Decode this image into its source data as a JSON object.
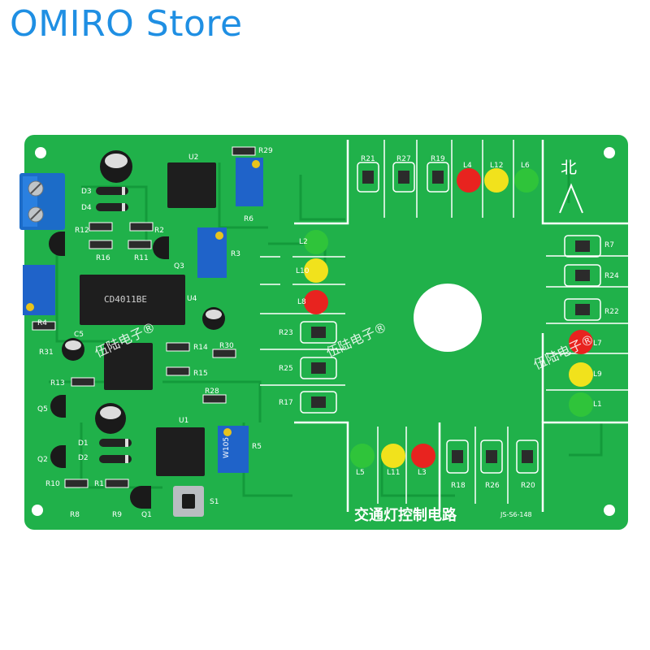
{
  "store": {
    "title": "OMIRO Store"
  },
  "board": {
    "colors": {
      "pcb": "#20b14a",
      "pcb_dark": "#139a3b",
      "silk": "#ffffff",
      "red": "#e8231f",
      "yellow": "#f1e21c",
      "green": "#2fc43a",
      "chip": "#1e1e1e",
      "trimmer": "#1f63c9",
      "terminal": "#1c6cc8"
    },
    "title_cn": "交通灯控制电路",
    "code": "JS-S6-148",
    "north": "北",
    "brand_watermark": "伍陆电子®",
    "chips": {
      "u3_marking": "CD4011BE"
    },
    "trimmer_marking": "W105",
    "labels": {
      "r21": "R21",
      "r27": "R27",
      "r19": "R19",
      "l4": "L4",
      "l12": "L12",
      "l6": "L6",
      "r29": "R29",
      "u2": "U2",
      "r6": "R6",
      "d3": "D3",
      "d4": "D4",
      "r12": "R12",
      "r2": "R2",
      "r16": "R16",
      "r11": "R11",
      "q3": "Q3",
      "r3": "R3",
      "r4": "R4",
      "c5": "C5",
      "r31": "R31",
      "u4": "U4",
      "r14": "R14",
      "r30": "R30",
      "r15": "R15",
      "r13": "R13",
      "r28": "R28",
      "q5": "Q5",
      "u1": "U1",
      "r5": "R5",
      "d1": "D1",
      "d2": "D2",
      "q2": "Q2",
      "r10": "R10",
      "r1": "R1",
      "r8": "R8",
      "r9": "R9",
      "q1": "Q1",
      "s1": "S1",
      "r23": "R23",
      "r25": "R25",
      "r17": "R17",
      "r7": "R7",
      "r24": "R24",
      "r22": "R22",
      "l7": "L7",
      "l9": "L9",
      "l1": "L1",
      "l5": "L5",
      "l11": "L11",
      "l3": "L3",
      "r18": "R18",
      "r26": "R26",
      "r20": "R20",
      "l2": "L2",
      "l10": "L10",
      "l8": "L8"
    }
  }
}
